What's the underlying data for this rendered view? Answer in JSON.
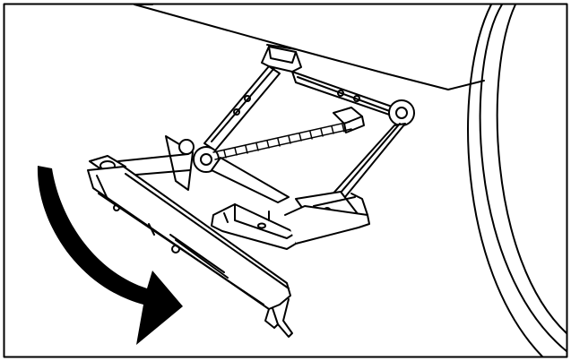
{
  "figure": {
    "frame_color": "#000000",
    "background_color": "#ffffff",
    "line_color": "#000000",
    "arrow_color": "#000000",
    "parts": [
      "vehicle-underbody",
      "tire",
      "scissor-jack",
      "jack-screw",
      "jack-base",
      "jack-handle",
      "rotation-arrow"
    ]
  }
}
